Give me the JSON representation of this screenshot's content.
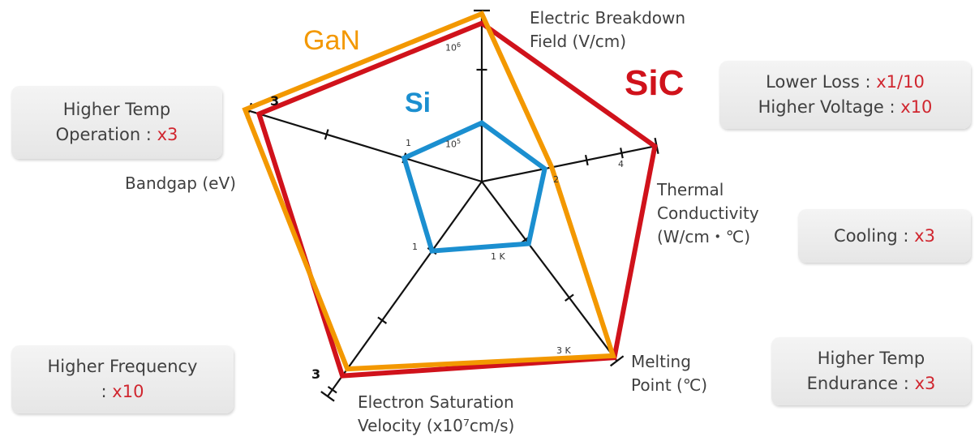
{
  "chart_data": {
    "type": "radar",
    "axes": [
      {
        "key": "breakdown",
        "label_lines": [
          "Electric Breakdown",
          "Field (V/cm)"
        ],
        "ticks": [
          {
            "at": 1,
            "base": "10",
            "exp": "5"
          },
          {
            "at": 2,
            "base": "10",
            "exp": "6"
          }
        ],
        "range": [
          0,
          3
        ]
      },
      {
        "key": "thermal",
        "label_lines": [
          "Thermal",
          "Conductivity",
          "(W/cm・℃)"
        ],
        "ticks": [
          {
            "at": 2,
            "text": "2"
          },
          {
            "at": 4,
            "text": "4"
          }
        ],
        "range": [
          0,
          5
        ]
      },
      {
        "key": "melting",
        "label_lines": [
          "Melting",
          "Point (℃)"
        ],
        "ticks": [
          {
            "at": 1,
            "text": "1 K"
          },
          {
            "at": 3,
            "text": "3 K"
          }
        ],
        "range": [
          0,
          3
        ]
      },
      {
        "key": "velocity",
        "label_lines": [
          "Electron Saturation",
          "Velocity (x10⁷cm/s)"
        ],
        "ticks": [
          {
            "at": 1,
            "text": "1"
          },
          {
            "at": 3,
            "text": "3"
          }
        ],
        "range": [
          0,
          3
        ]
      },
      {
        "key": "bandgap",
        "label_lines": [
          "Bandgap (eV)"
        ],
        "ticks": [
          {
            "at": 1,
            "text": "1"
          },
          {
            "at": 3,
            "text": "3"
          }
        ],
        "range": [
          0,
          3
        ]
      }
    ],
    "series": [
      {
        "name": "Si",
        "color": "#1b8fd0",
        "values": {
          "breakdown": 1.05,
          "thermal": 1.8,
          "melting": 1.07,
          "velocity": 1.0,
          "bandgap": 1.0
        }
      },
      {
        "name": "GaN",
        "color": "#f39800",
        "values": {
          "breakdown": 3.0,
          "thermal": 2.0,
          "melting": 3.0,
          "velocity": 2.7,
          "bandgap": 3.05
        }
      },
      {
        "name": "SiC",
        "color": "#d0121b",
        "values": {
          "breakdown": 2.83,
          "thermal": 4.95,
          "melting": 3.03,
          "velocity": 2.8,
          "bandgap": 2.87
        }
      }
    ]
  },
  "callouts": {
    "loss": {
      "line1": "Lower Loss : ",
      "value1": "x1/10",
      "line2": "Higher Voltage : ",
      "value2": "x10"
    },
    "cooling": {
      "line1": "Cooling :  ",
      "value1": "x3"
    },
    "endurance": {
      "line1": "Higher Temp",
      "line2": "Endurance : ",
      "value2": "x3"
    },
    "frequency": {
      "line1": "Higher Frequency",
      "line2": ": ",
      "value2": "x10"
    },
    "operation": {
      "line1": "Higher Temp",
      "line2": "Operation :  ",
      "value2": "x3"
    }
  }
}
